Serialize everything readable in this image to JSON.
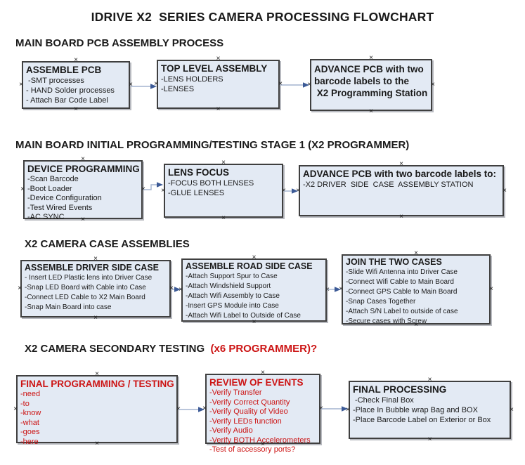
{
  "title": "IDRIVE X2  SERIES CAMERA PROCESSING FLOWCHART",
  "colors": {
    "background": "#ffffff",
    "box_fill": "#e3eaf4",
    "box_border": "#3f3f3f",
    "arrow_shaft": "#a3b4cf",
    "arrow_head": "#3c5a96",
    "accent_red": "#cc1414",
    "text": "#1a1a1a"
  },
  "icons": {
    "connection_point": "×"
  },
  "sections": [
    {
      "heading": "MAIN BOARD PCB ASSEMBLY PROCESS",
      "boxes": [
        {
          "title": "ASSEMBLE PCB",
          "items": [
            " -SMT processes",
            "- HAND Solder processes",
            "- Attach Bar Code Label"
          ]
        },
        {
          "title": "TOP LEVEL ASSEMBLY",
          "items": [
            "-LENS HOLDERS",
            "-LENSES"
          ]
        },
        {
          "title_lines": [
            "ADVANCE PCB with two",
            "barcode labels to the",
            " X2 Programming Station"
          ],
          "items": []
        }
      ]
    },
    {
      "heading": "MAIN BOARD INITIAL PROGRAMMING/TESTING STAGE 1 (X2 PROGRAMMER)",
      "boxes": [
        {
          "title": "DEVICE PROGRAMMING",
          "items": [
            "-Scan Barcode",
            "-Boot Loader",
            "-Device Configuration",
            "-Test Wired Events",
            "-AC SYNC"
          ]
        },
        {
          "title": "LENS FOCUS",
          "items": [
            "-FOCUS BOTH LENSES",
            "-GLUE LENSES"
          ]
        },
        {
          "title": "ADVANCE PCB with two barcode labels to:",
          "items": [
            "-X2 DRIVER  SIDE  CASE  ASSEMBLY STATION"
          ]
        }
      ]
    },
    {
      "heading": "X2 CAMERA CASE ASSEMBLIES",
      "boxes": [
        {
          "title": "ASSEMBLE DRIVER SIDE CASE",
          "items": [
            "- Insert LED Plastic lens into Driver Case",
            "-Snap LED Board with Cable into Case",
            "-Connect LED Cable to X2 Main Board",
            "-Snap Main Board into case"
          ]
        },
        {
          "title": "ASSEMBLE ROAD SIDE CASE",
          "items": [
            "-Attach Support Spur to Case",
            "-Attach Windshield Support",
            "-Attach Wifi Assembly to Case",
            "-Insert GPS Module into Case",
            "-Attach Wifi Label to Outside of Case"
          ]
        },
        {
          "title": "JOIN THE TWO CASES",
          "items": [
            "-Slide Wifi Antenna into Driver Case",
            "-Connect Wifi Cable to Main Board",
            "-Connect GPS Cable to Main Board",
            "-Snap Cases Together",
            "-Attach S/N Label to outside of case",
            "-Secure cases with Screw"
          ]
        }
      ]
    },
    {
      "heading": "X2 CAMERA SECONDARY TESTING",
      "heading_suffix": "  (x6 PROGRAMMER)?",
      "boxes": [
        {
          "title": "FINAL PROGRAMMING / TESTING",
          "items": [
            "-need",
            "-to",
            "-know",
            "-what",
            "-goes",
            "-here"
          ]
        },
        {
          "title": "REVIEW OF EVENTS",
          "items": [
            "-Verify Transfer",
            "-Verify Correct Quantity",
            "-Verify Quality of Video",
            "-Verify LEDs function",
            "-Verify Audio",
            "-Verify BOTH Accelerometers",
            "-Test of accessory ports?"
          ]
        },
        {
          "title": "FINAL PROCESSING",
          "items": [
            " -Check Final Box",
            "-Place In Bubble wrap Bag and BOX",
            "-Place Barcode Label on Exterior or Box"
          ]
        }
      ]
    }
  ]
}
